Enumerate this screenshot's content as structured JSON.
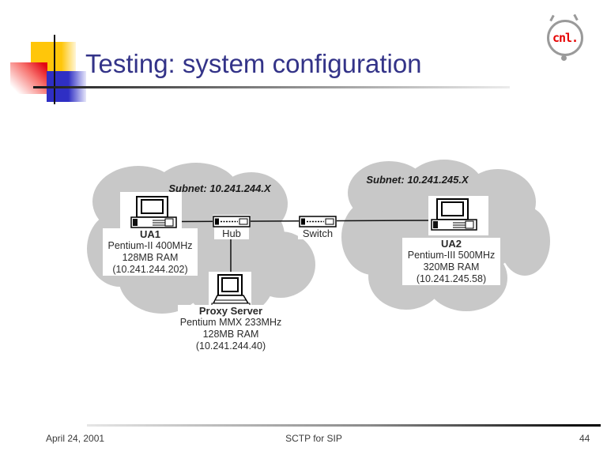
{
  "slide": {
    "title": "Testing: system configuration",
    "logo_text": "cnl.",
    "footer": {
      "date": "April 24, 2001",
      "title": "SCTP for SIP",
      "page": "44"
    }
  },
  "diagram": {
    "subnet_left": "Subnet: 10.241.244.X",
    "subnet_right": "Subnet: 10.241.245.X",
    "ua1": {
      "name": "UA1",
      "cpu": "Pentium-II 400MHz",
      "ram": "128MB RAM",
      "ip": "(10.241.244.202)"
    },
    "ua2": {
      "name": "UA2",
      "cpu": "Pentium-III 500MHz",
      "ram": "320MB RAM",
      "ip": "(10.241.245.58)"
    },
    "proxy": {
      "name": "Proxy Server",
      "cpu": "Pentium MMX 233MHz",
      "ram": "128MB RAM",
      "ip": "(10.241.244.40)"
    },
    "hub": {
      "name": "Hub"
    },
    "switch": {
      "name": "Switch"
    },
    "colors": {
      "cloud": "#c8c8c8",
      "title_text": "#333388",
      "logo_red": "#e60000"
    }
  }
}
